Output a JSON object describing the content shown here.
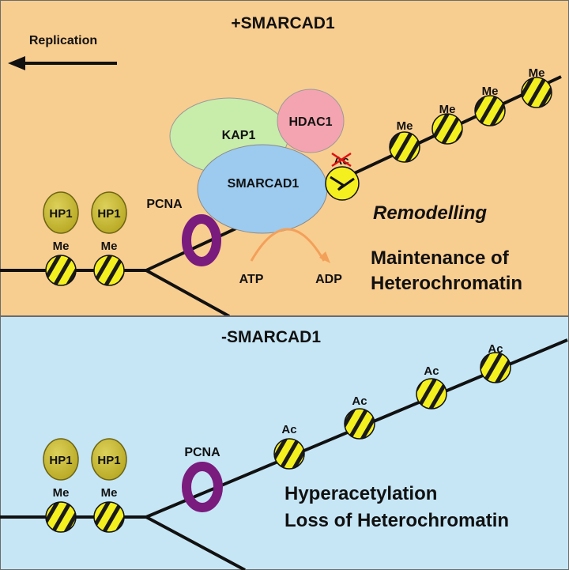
{
  "top": {
    "title": "+SMARCAD1",
    "replication": "Replication",
    "labels": {
      "kap1": "KAP1",
      "hdac1": "HDAC1",
      "smarcad1": "SMARCAD1",
      "pcna": "PCNA",
      "hp1": "HP1",
      "me": "Me",
      "ac_crossed": "Ac",
      "atp": "ATP",
      "adp": "ADP",
      "remodelling": "Remodelling",
      "outcome_line1": "Maintenance of",
      "outcome_line2": "Heterochromatin"
    }
  },
  "bottom": {
    "title": "-SMARCAD1",
    "labels": {
      "pcna": "PCNA",
      "hp1": "HP1",
      "me": "Me",
      "ac": "Ac",
      "outcome_line1": "Hyperacetylation",
      "outcome_line2": "Loss of Heterochromatin"
    }
  },
  "colors": {
    "top_panel": "#f8cd90",
    "bottom_panel": "#c6e6f6",
    "nucleosome": "#f4ef1e",
    "hp1": "#c4b62a",
    "pcna": "#7a1b7e",
    "kap1": "#c8ecaa",
    "hdac1": "#f4a4b0",
    "smarcad1": "#9ccbef",
    "arrow_atp": "#f3a05a",
    "cross": "#e01010"
  }
}
